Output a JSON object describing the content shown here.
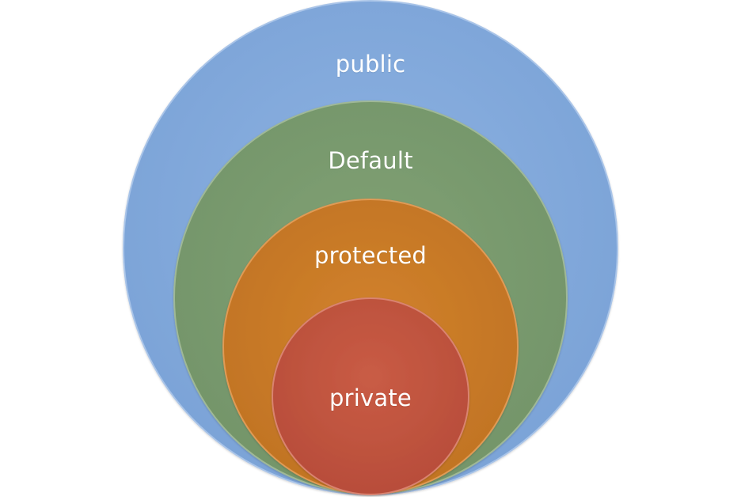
{
  "diagram": {
    "rings": [
      {
        "label": "public",
        "color": "#7ea7d9"
      },
      {
        "label": "Default",
        "color": "#7a9a6c"
      },
      {
        "label": "protected",
        "color": "#c97b28"
      },
      {
        "label": "private",
        "color": "#c0553f"
      }
    ]
  }
}
